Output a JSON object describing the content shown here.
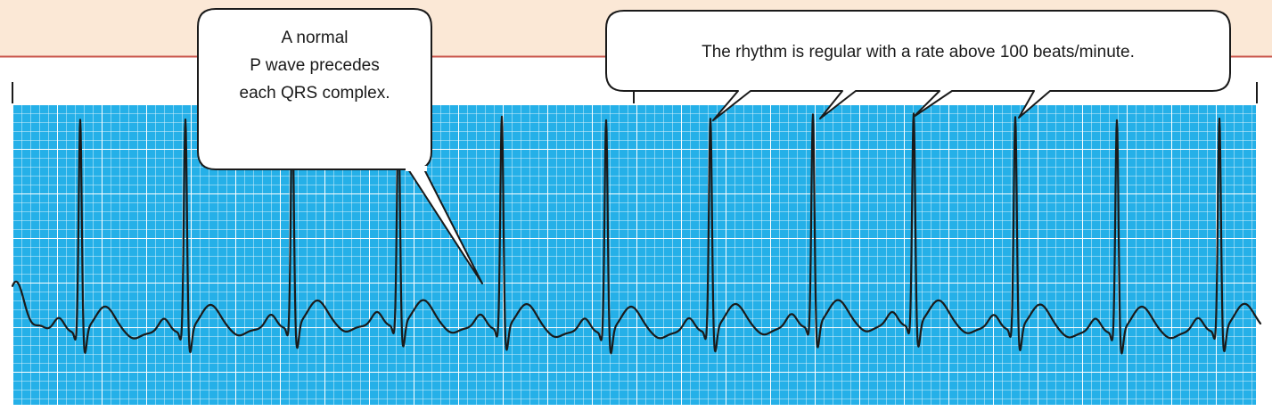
{
  "callouts": {
    "p_wave": {
      "lines": [
        "A normal",
        "P wave precedes",
        "each QRS complex."
      ]
    },
    "rhythm": {
      "text": "The rhythm is regular with a rate above 100 beats/minute."
    }
  },
  "colors": {
    "header_band": "#fbe8d6",
    "header_rule": "#c9544a",
    "grid_background": "#25b0e8",
    "grid_minor": "#dff4fd",
    "grid_major": "#ffffff",
    "trace": "#1a1a1a",
    "callout_fill": "#ffffff",
    "callout_stroke": "#1a1a1a"
  }
}
